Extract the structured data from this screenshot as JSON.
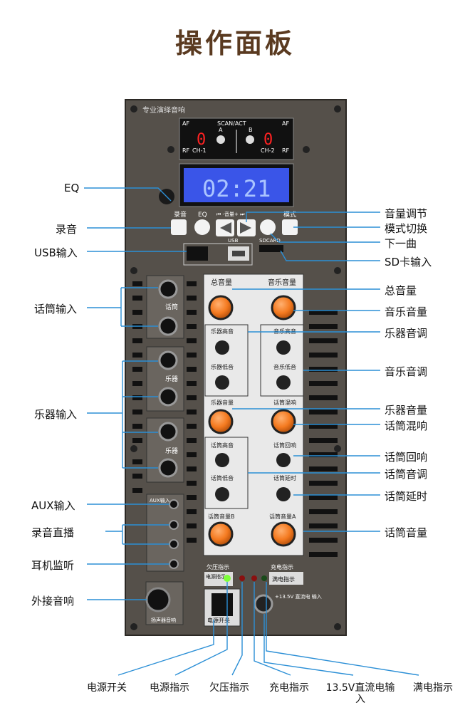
{
  "title": "操作面板",
  "panel": {
    "brand": "专业演绎音响",
    "scan_act": "SCAN/ACT",
    "af": "AF",
    "rf": "RF",
    "ch1": "CH-1",
    "ch2": "CH-2",
    "a": "A",
    "b": "B",
    "digit1": "0",
    "digit2": "0",
    "lcd": "02:21",
    "btn_record": "录音",
    "btn_eq": "EQ",
    "btn_mode": "模式",
    "btn_prevnext": "⏮ -音量+ ⏭",
    "usb": "USB",
    "sdcard": "SDCARD",
    "knob_master": "总音量",
    "knob_music": "音乐音量",
    "knob_inst_treble": "乐器高音",
    "knob_inst_bass": "乐器低音",
    "knob_music_treble": "音乐高音",
    "knob_music_bass": "音乐低音",
    "knob_inst_vol": "乐器音量",
    "knob_mic_reverb": "话筒混响",
    "knob_mic_treble": "话筒高音",
    "knob_mic_bass": "话筒低音",
    "knob_mic_echo": "话筒回响",
    "knob_mic_delay": "话筒延时",
    "knob_micvol_b": "话筒音量B",
    "knob_micvol_a": "话筒音量A",
    "low_volt": "欠压指示",
    "charge": "充电指示",
    "power_ind": "电源指示",
    "full_ind": "满电指示",
    "dc_in": "+13.5V 直流电 输入",
    "power_switch": "电源开关",
    "speaker_out": "扬声器音响",
    "mic_label": "话筒",
    "inst_label": "乐器",
    "aux": "AUX输入",
    "rec_direct": "录音直播",
    "earphone": "耳机监听"
  },
  "left_labels": [
    "EQ",
    "录音",
    "USB输入",
    "话筒输入",
    "乐器输入",
    "AUX输入",
    "录音直播",
    "耳机监听",
    "外接音响"
  ],
  "right_labels": [
    "音量调节",
    "模式切换",
    "下一曲",
    "SD卡输入",
    "总音量",
    "音乐音量",
    "乐器音调",
    "音乐音调",
    "乐器音量",
    "话筒混响",
    "话筒回响",
    "话筒音调",
    "话筒延时",
    "话筒音量"
  ],
  "bottom_labels": [
    "电源开关",
    "电源指示",
    "欠压指示",
    "充电指示",
    "13.5V直流电输入",
    "满电指示"
  ]
}
